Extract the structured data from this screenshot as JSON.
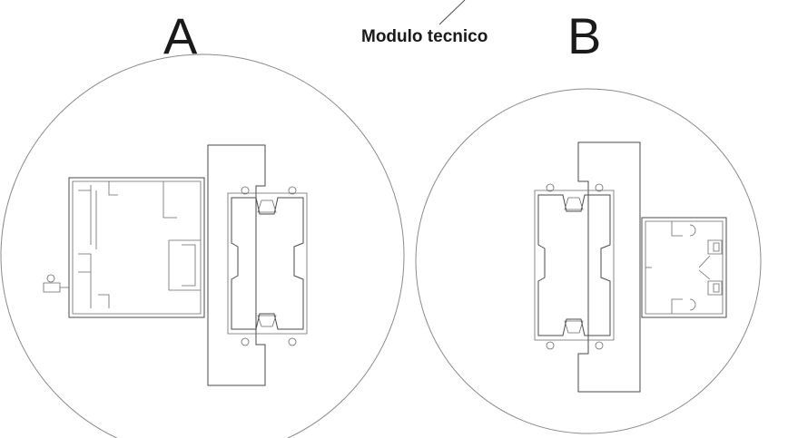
{
  "labels": {
    "left_view": "A",
    "right_view": "B",
    "callout": "Modulo tecnico"
  },
  "colors": {
    "line": "#4a4a4a",
    "background": "#ffffff"
  }
}
